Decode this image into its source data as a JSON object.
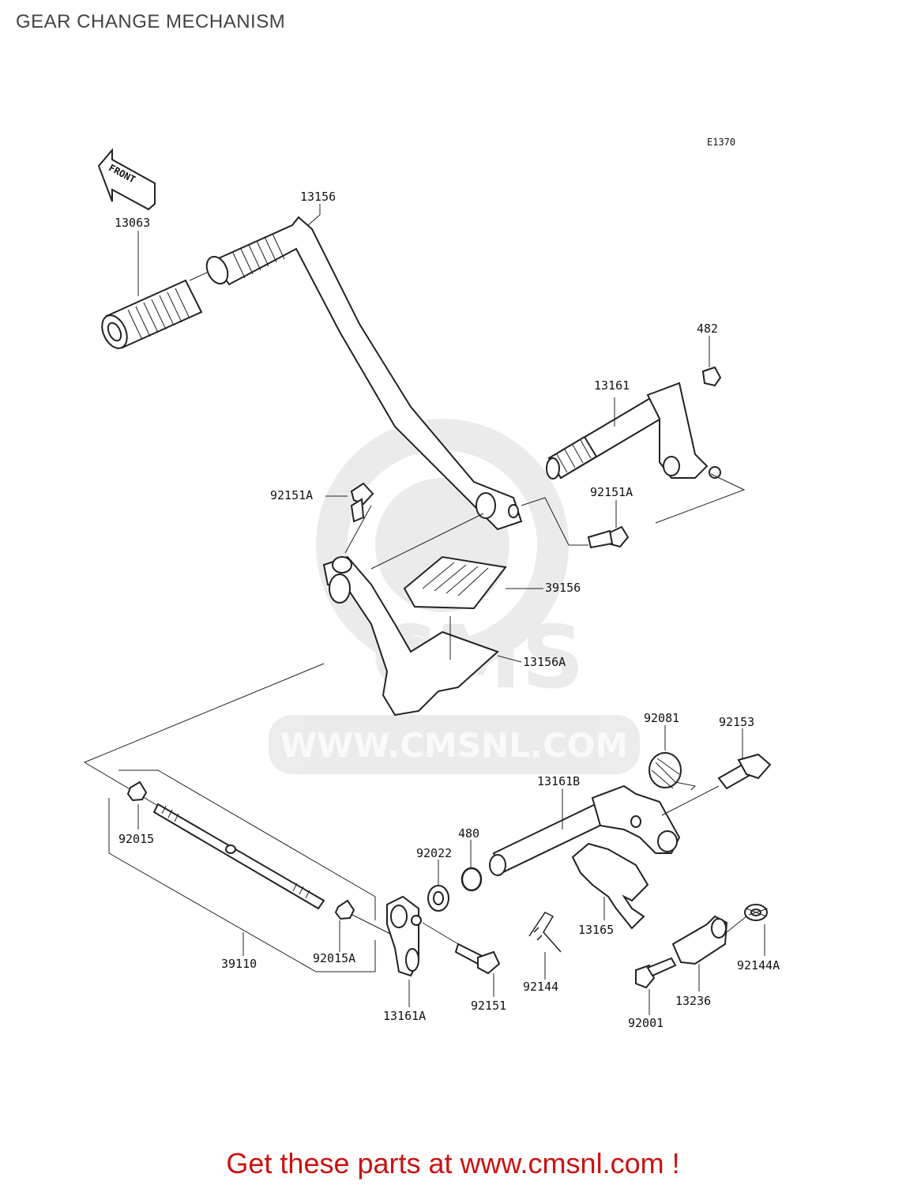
{
  "title": "GEAR CHANGE MECHANISM",
  "diagram_code": "E1370",
  "front_label": "FRONT",
  "watermark": "WWW.CMSNL.COM",
  "footer": "Get these parts at www.cmsnl.com !",
  "parts": [
    {
      "id": "13156",
      "label": "13156"
    },
    {
      "id": "13063",
      "label": "13063"
    },
    {
      "id": "482",
      "label": "482"
    },
    {
      "id": "13161",
      "label": "13161"
    },
    {
      "id": "92151A-left",
      "label": "92151A"
    },
    {
      "id": "92151A-right",
      "label": "92151A"
    },
    {
      "id": "39156",
      "label": "39156"
    },
    {
      "id": "13156A",
      "label": "13156A"
    },
    {
      "id": "92081",
      "label": "92081"
    },
    {
      "id": "92153",
      "label": "92153"
    },
    {
      "id": "13161B",
      "label": "13161B"
    },
    {
      "id": "480",
      "label": "480"
    },
    {
      "id": "92022",
      "label": "92022"
    },
    {
      "id": "92015",
      "label": "92015"
    },
    {
      "id": "13165",
      "label": "13165"
    },
    {
      "id": "92144",
      "label": "92144"
    },
    {
      "id": "92144A",
      "label": "92144A"
    },
    {
      "id": "39110",
      "label": "39110"
    },
    {
      "id": "92015A",
      "label": "92015A"
    },
    {
      "id": "13161A",
      "label": "13161A"
    },
    {
      "id": "92151",
      "label": "92151"
    },
    {
      "id": "13236",
      "label": "13236"
    },
    {
      "id": "92001",
      "label": "92001"
    }
  ]
}
